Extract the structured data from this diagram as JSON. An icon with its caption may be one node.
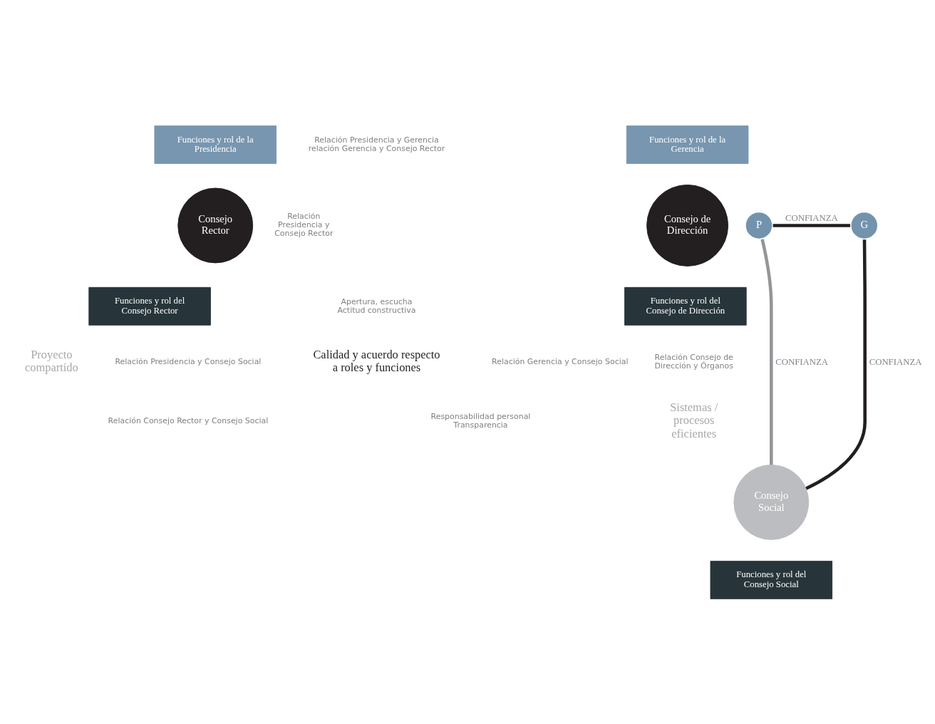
{
  "diagram": {
    "nodes": [
      {
        "text": [
          "Funciones y rol de la Presidencia"
        ]
      },
      {
        "text": [
          "Consejo Rector"
        ]
      },
      {
        "text": [
          "P"
        ]
      },
      {
        "text": [
          "Funciones y rol de la Gerencia"
        ]
      },
      {
        "text": [
          "Consejo de Dirección"
        ]
      },
      {
        "text": [
          "G"
        ]
      },
      {
        "text": [
          "Funciones y rol del Consejo Rector"
        ]
      },
      {
        "text": [
          "Funciones y rol del Consejo de Dirección"
        ]
      },
      {
        "text": [
          "Consejo Social"
        ]
      },
      {
        "text": [
          "Funciones y rol del Consejo Social"
        ]
      }
    ],
    "edges": [
      {
        "from": 2,
        "to": 5,
        "arrow": "none",
        "label": "CONFIANZA"
      },
      {
        "from": 5,
        "to": 8,
        "arrow": "none",
        "label": "CONFIANZA"
      },
      {
        "from": 2,
        "to": 8,
        "arrow": "none",
        "label": "CONFIANZA",
        "color": "#939598"
      }
    ],
    "labels": [
      "Relación Presidencia y Gerencia relación Gerencia y Consejo Rector",
      "Relación Presidencia y Consejo Rector",
      "Apertura, escucha Actitud constructiva",
      "Calidad y acuerdo respecto a roles y funciones",
      "Relación Consejo de Dirección y Órganos",
      "Responsabilidad personal Transparencia",
      "Relación Presidencia y Consejo Social",
      "Relación Consejo Rector y Consejo Social",
      "Relación Gerencia y Consejo Social",
      "Proyecto compartido",
      "Sistemas / procesos eficientes"
    ]
  }
}
